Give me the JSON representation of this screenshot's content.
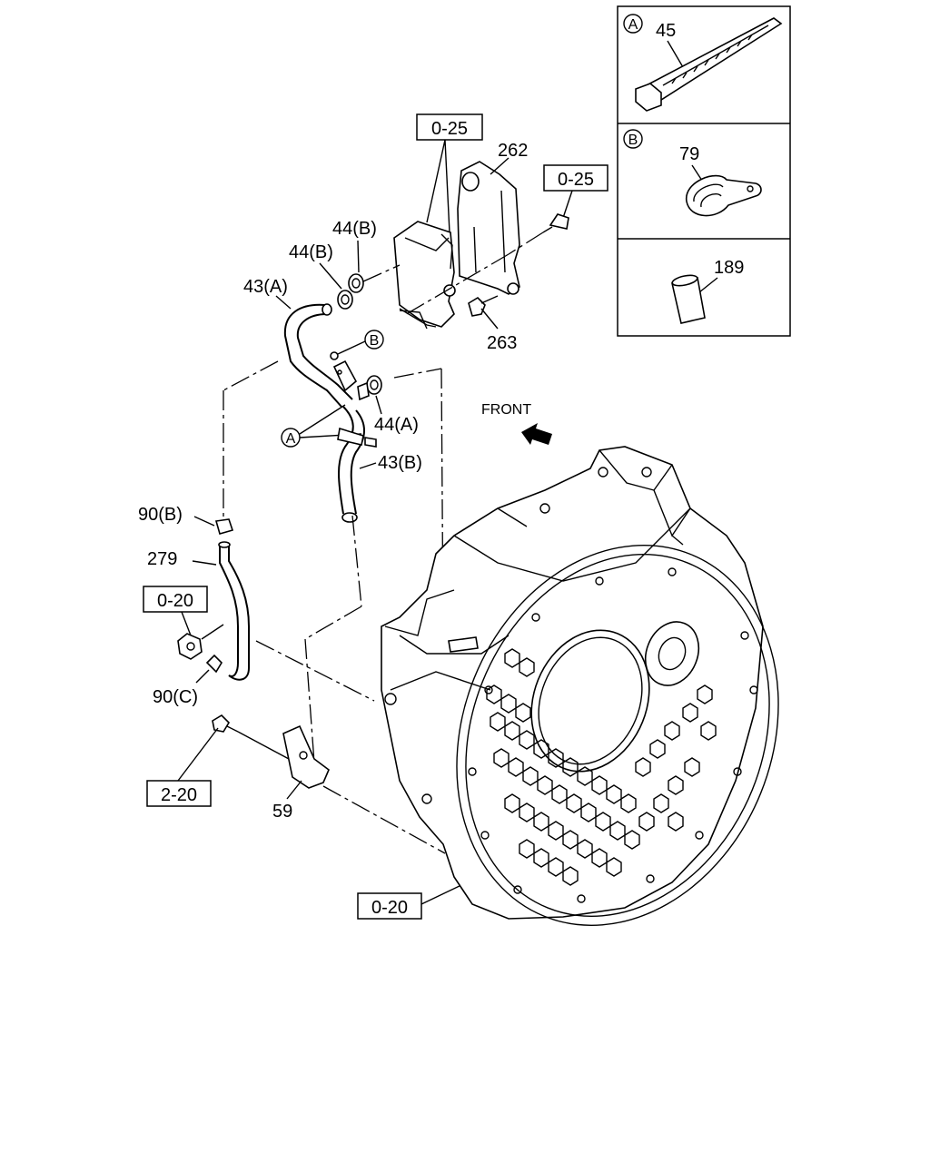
{
  "callouts": {
    "ref_0_25_top": "0-25",
    "ref_0_25_right": "0-25",
    "ref_0_20_left": "0-20",
    "ref_2_20": "2-20",
    "ref_0_20_bottom": "0-20",
    "p262": "262",
    "p263": "263",
    "p44b_1": "44(B)",
    "p44b_2": "44(B)",
    "p43a": "43(A)",
    "p44a": "44(A)",
    "p43b": "43(B)",
    "p90b": "90(B)",
    "p279": "279",
    "p90c": "90(C)",
    "p59": "59",
    "front": "FRONT",
    "circ_b": "B",
    "circ_a": "A"
  },
  "legend": {
    "panel_a": {
      "marker": "A",
      "part": "45"
    },
    "panel_b": {
      "marker": "B",
      "part": "79"
    },
    "panel_c": {
      "part": "189"
    }
  }
}
